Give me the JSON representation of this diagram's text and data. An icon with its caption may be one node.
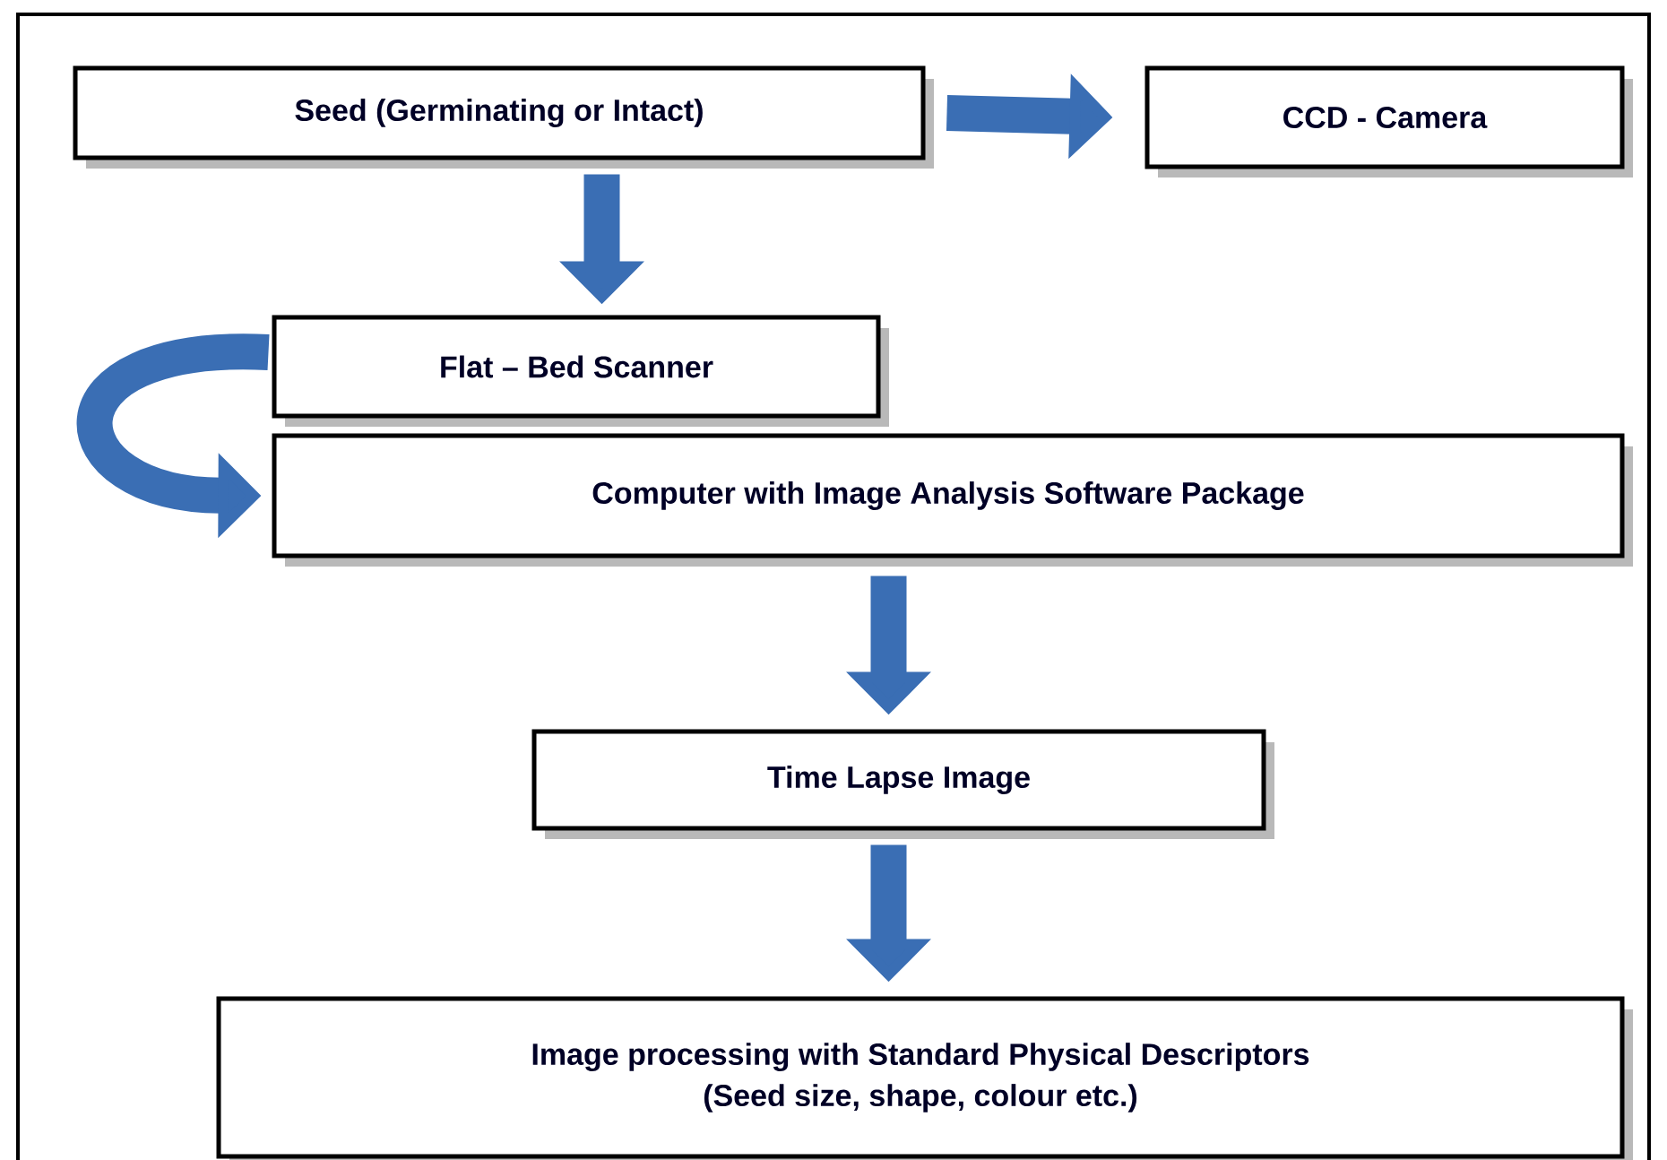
{
  "diagram": {
    "nodes": [
      {
        "text": [
          "Seed (Germinating or Intact)"
        ]
      },
      {
        "text": [
          "CCD - Camera"
        ]
      },
      {
        "text": [
          "Flat – Bed Scanner"
        ]
      },
      {
        "text": [
          "Computer with Image Analysis Software Package"
        ]
      },
      {
        "text": [
          "Time Lapse Image"
        ]
      },
      {
        "text": [
          "Image processing with Standard Physical Descriptors",
          "(Seed size, shape, colour etc.)"
        ]
      }
    ],
    "edges": [
      {
        "from": 0,
        "to": 1,
        "arrow": "to"
      },
      {
        "from": 0,
        "to": 2,
        "arrow": "to"
      },
      {
        "from": 2,
        "to": 3,
        "arrow": "to"
      },
      {
        "from": 3,
        "to": 4,
        "arrow": "to"
      },
      {
        "from": 4,
        "to": 5,
        "arrow": "to"
      }
    ]
  }
}
